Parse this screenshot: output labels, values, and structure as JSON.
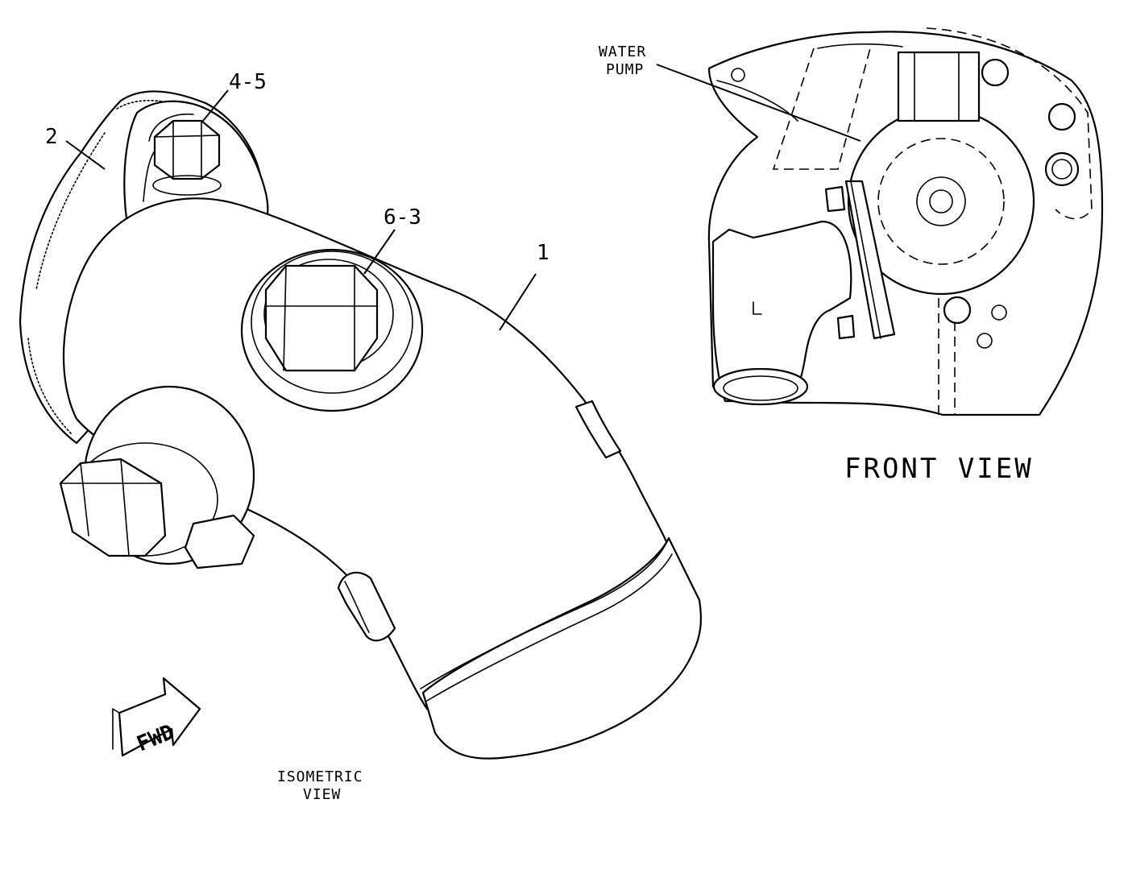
{
  "callouts": {
    "part_1": "1",
    "part_2": "2",
    "part_4_5": "4-5",
    "part_6_3": "6-3"
  },
  "labels": {
    "water_pump_line1": "WATER",
    "water_pump_line2": "PUMP",
    "front_view": "FRONT VIEW",
    "isometric_line1": "ISOMETRIC",
    "isometric_line2": "VIEW",
    "fwd_arrow": "FWD"
  },
  "colors": {
    "line": "#000000",
    "background": "#ffffff"
  }
}
